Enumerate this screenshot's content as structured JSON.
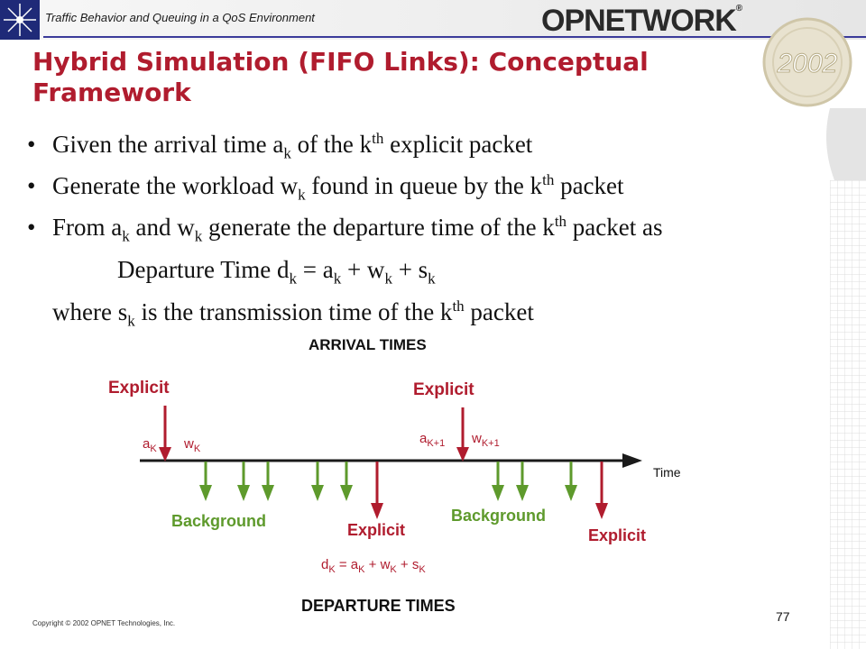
{
  "header": {
    "course": "Traffic Behavior and Queuing in a QoS Environment",
    "brand": "OPNETWORK",
    "year_badge": "2002"
  },
  "title": "Hybrid Simulation (FIFO Links): Conceptual Framework",
  "bullets": {
    "b1": {
      "pre": "Given the arrival time a",
      "sub": "k",
      "mid": " of the k",
      "sup": "th",
      "post": " explicit packet"
    },
    "b2": {
      "pre": "Generate the workload w",
      "sub": "k",
      "mid": " found in queue by the k",
      "sup": "th",
      "post": " packet"
    },
    "b3": {
      "pre": "From a",
      "sub1": "k",
      "mid1": " and w",
      "sub2": "k",
      "mid2": " generate the departure time of the k",
      "sup": "th",
      "post": " packet as"
    },
    "formula": {
      "t1": "Departure Time d",
      "s1": "k",
      "t2": " = a",
      "s2": "k",
      "t3": " + w",
      "s3": "k",
      "t4": " + s",
      "s4": "k"
    },
    "where": {
      "t1": "where s",
      "s1": "k",
      "t2": " is the transmission time of the k",
      "sup": "th",
      "post": " packet"
    }
  },
  "diagram": {
    "arrival_times": "ARRIVAL TIMES",
    "departure_times": "DEPARTURE TIMES",
    "time_label": "Time",
    "explicit_top_1": "Explicit",
    "explicit_top_2": "Explicit",
    "explicit_bottom_1": "Explicit",
    "explicit_bottom_2": "Explicit",
    "background_1": "Background",
    "background_2": "Background",
    "a_k": {
      "base": "a",
      "sub": "K"
    },
    "w_k": {
      "base": "w",
      "sub": "K"
    },
    "a_k1": {
      "base": "a",
      "sub": "K+1"
    },
    "w_k1": {
      "base": "w",
      "sub": "K+1"
    },
    "d_eq": {
      "t1": "d",
      "s1": "K",
      "t2": " = a",
      "s2": "K",
      "t3": " + w",
      "s3": "K",
      "t4": " + s",
      "s4": "K"
    },
    "colors": {
      "explicit": "#b01c2e",
      "background": "#5e9a2c",
      "axis": "#1a1a1a"
    }
  },
  "footer": {
    "copyright": "Copyright © 2002 OPNET Technologies, Inc.",
    "page": "77"
  }
}
